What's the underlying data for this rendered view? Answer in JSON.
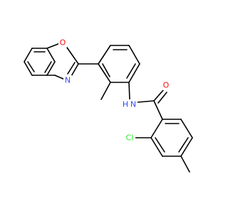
{
  "molecule": {
    "atoms": [
      {
        "id": "O1",
        "label": "O",
        "color": "#ff0d0d"
      },
      {
        "id": "N1",
        "label": "N",
        "color": "#3050f8"
      },
      {
        "id": "NH",
        "label": "N",
        "color": "#3050f8"
      },
      {
        "id": "H",
        "label": "H",
        "color": "#3050f8"
      },
      {
        "id": "O2",
        "label": "O",
        "color": "#ff0d0d"
      },
      {
        "id": "Cl",
        "label": "Cl",
        "color": "#1ff01f"
      }
    ],
    "bond_color": "#000000"
  }
}
